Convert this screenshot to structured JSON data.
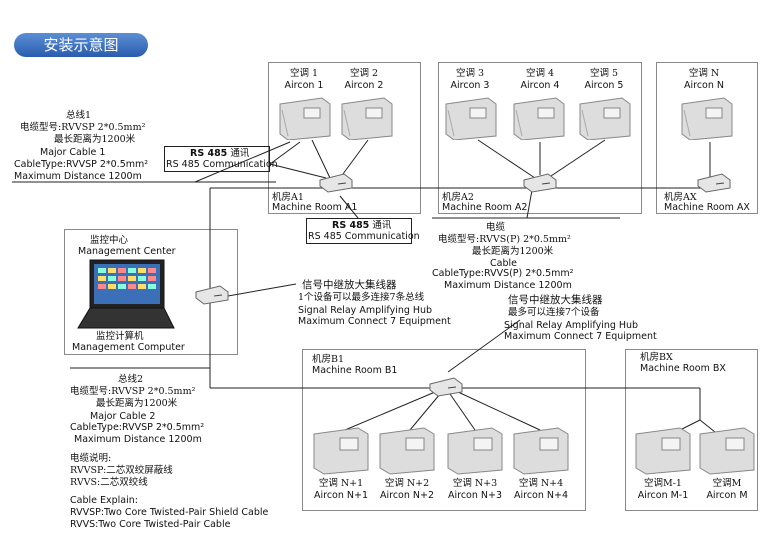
{
  "title": "安装示意图",
  "cable1": {
    "zh1": "总线1",
    "zh2": "电缆型号:RVVSP 2*0.5mm²",
    "zh3": "最长距离为1200米",
    "en1": "Major Cable 1",
    "en2": "CableType:RVVSP 2*0.5mm²",
    "en3": "Maximum Distance 1200m"
  },
  "rs485_1": {
    "en": "RS 485",
    "zh": "通讯",
    "en2": "RS 485 Communication"
  },
  "rs485_2": {
    "en": "RS 485",
    "zh": "通讯",
    "en2": "RS 485 Communication"
  },
  "room_a1": {
    "zh": "机房A1",
    "en": "Machine Room A1"
  },
  "room_a2": {
    "zh": "机房A2",
    "en": "Machine Room A2"
  },
  "room_ax": {
    "zh": "机房AX",
    "en": "Machine Room AX"
  },
  "room_b1": {
    "zh": "机房B1",
    "en": "Machine Room B1"
  },
  "room_bx": {
    "zh": "机房BX",
    "en": "Machine Room BX"
  },
  "aircon_top": [
    {
      "zh": "空调 1",
      "en": "Aircon 1"
    },
    {
      "zh": "空调 2",
      "en": "Aircon 2"
    },
    {
      "zh": "空调 3",
      "en": "Aircon 3"
    },
    {
      "zh": "空调 4",
      "en": "Aircon 4"
    },
    {
      "zh": "空调 5",
      "en": "Aircon 5"
    },
    {
      "zh": "空调 N",
      "en": "Aircon N"
    }
  ],
  "aircon_bottom": [
    {
      "zh": "空调 N+1",
      "en": "Aircon N+1"
    },
    {
      "zh": "空调 N+2",
      "en": "Aircon N+2"
    },
    {
      "zh": "空调 N+3",
      "en": "Aircon N+3"
    },
    {
      "zh": "空调 N+4",
      "en": "Aircon N+4"
    },
    {
      "zh": "空调M-1",
      "en": "Aircon M-1"
    },
    {
      "zh": "空调M",
      "en": "Aircon M"
    }
  ],
  "cable_mid": {
    "zh1": "电缆",
    "zh2": "电缆型号:RVVS(P) 2*0.5mm²",
    "zh3": "最长距离为1200米",
    "en1": "Cable",
    "en2": "CableType:RVVS(P) 2*0.5mm²",
    "en3": "Maximum Distance 1200m"
  },
  "mgmt_center": {
    "zh": "监控中心",
    "en": "Management Center"
  },
  "mgmt_computer": {
    "zh": "监控计算机",
    "en": "Management Computer"
  },
  "hub1": {
    "zh1": "信号中继放大集线器",
    "zh2": "1个设备可以最多连接7条总线",
    "en1": "Signal Relay Amplifying Hub",
    "en2": "Maximum Connect 7 Equipment"
  },
  "hub2": {
    "zh1": "信号中继放大集线器",
    "zh2": "最多可以连接7个设备",
    "en1": "Signal Relay Amplifying Hub",
    "en2": "Maximum Connect 7 Equipment"
  },
  "cable2": {
    "zh1": "总线2",
    "zh2": "电缆型号:RVVSP 2*0.5mm²",
    "zh3": "最长距离为1200米",
    "en1": "Major Cable 2",
    "en2": "CableType:RVVSP 2*0.5mm²",
    "en3": "Maximum Distance 1200m"
  },
  "explain": {
    "zh1": "电缆说明:",
    "zh2": "RVVSP:二芯双绞屏蔽线",
    "zh3": "RVVS:二芯双绞线",
    "en1": "Cable Explain:",
    "en2": "RVVSP:Two Core Twisted-Pair Shield Cable",
    "en3": "RVVS:Two Core Twisted-Pair Cable"
  }
}
